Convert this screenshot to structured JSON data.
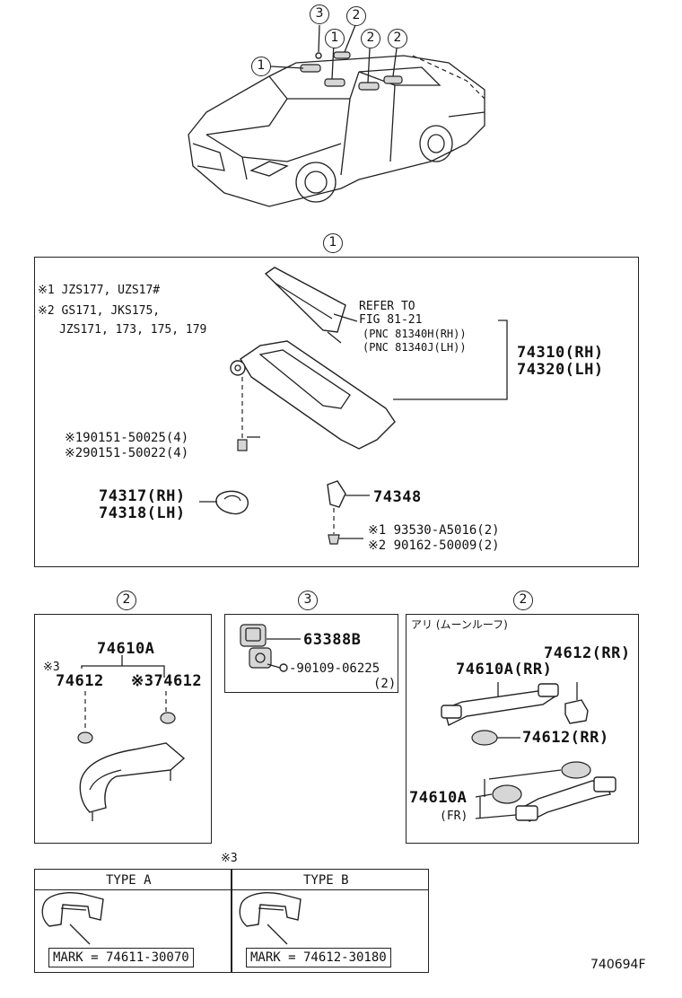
{
  "diagram_code": "740694F",
  "callouts": {
    "c1": "1",
    "c2": "2",
    "c3": "3"
  },
  "section1": {
    "notes": [
      "※1 JZS177, UZS17#",
      "※2 GS171, JKS175,",
      "JZS171, 173, 175, 179"
    ],
    "refer": [
      "REFER TO",
      "FIG 81-21",
      "(PNC 81340H(RH))",
      "(PNC 81340J(LH))"
    ],
    "visor_pn": [
      "74310(RH)",
      "74320(LH)"
    ],
    "screw_pn": [
      "※190151-50025(4)",
      "※290151-50022(4)"
    ],
    "holder_pn": [
      "74317(RH)",
      "74318(LH)"
    ],
    "clip_pn": "74348",
    "clip_screw_pn": [
      "※1 93530-A5016(2)",
      "※2 90162-50009(2)"
    ]
  },
  "section2_left": {
    "grip_pn": "74610A",
    "note_mark": "※3",
    "cover_left_pn": "74612",
    "cover_right_pn": "※374612"
  },
  "section3": {
    "cover_pn": "63388B",
    "screw_pn": "-90109-06225",
    "screw_qty": "(2)"
  },
  "section2_right": {
    "header": "アリ (ムーンルーフ)",
    "cover_top_pn": "74612(RR)",
    "grip_rr_pn": "74610A(RR)",
    "cover_mid_pn": "74612(RR)",
    "grip_fr_pn": "74610A",
    "grip_fr_sub": "(FR)"
  },
  "type_table": {
    "note_mark": "※3",
    "type_a": "TYPE A",
    "type_b": "TYPE B",
    "mark_a": "MARK = 74611-30070",
    "mark_b": "MARK = 74612-30180"
  }
}
